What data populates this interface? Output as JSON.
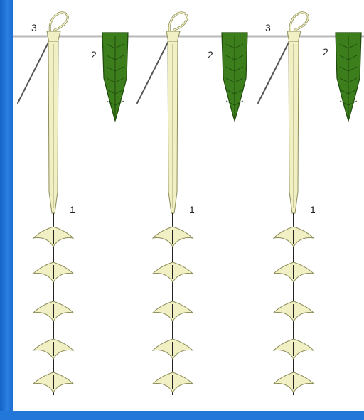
{
  "colors": {
    "background_blue": "#1f6fd0",
    "panel": "#ffffff",
    "rod": "#b9b9b9",
    "thread": "#f0f0c4",
    "thread_outline": "#8c8c5a",
    "leaf": "#3c7d1c",
    "leaf_dark": "#1f4a0c",
    "needle": "#555555"
  },
  "diagram": {
    "label_rod": "3",
    "label_leaf": "2",
    "label_stem": "1",
    "groups": [
      {
        "id": "left",
        "knots": 5
      },
      {
        "id": "middle",
        "knots": 5
      },
      {
        "id": "right",
        "knots": 5
      }
    ],
    "icons": [
      "needle-icon",
      "leaf-icon",
      "loop-icon",
      "knot-icon"
    ]
  }
}
